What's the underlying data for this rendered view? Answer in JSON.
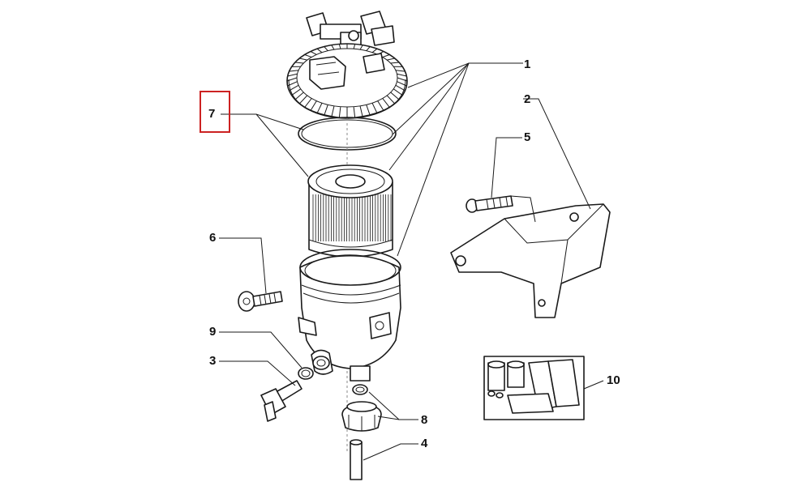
{
  "callouts": {
    "c1": "1",
    "c2": "2",
    "c3": "3",
    "c4": "4",
    "c5": "5",
    "c6": "6",
    "c7": "7",
    "c8": "8",
    "c9": "9",
    "c10": "10"
  },
  "colors": {
    "highlight": "#cc2222",
    "line": "#1a1a1a",
    "background": "#ffffff"
  }
}
